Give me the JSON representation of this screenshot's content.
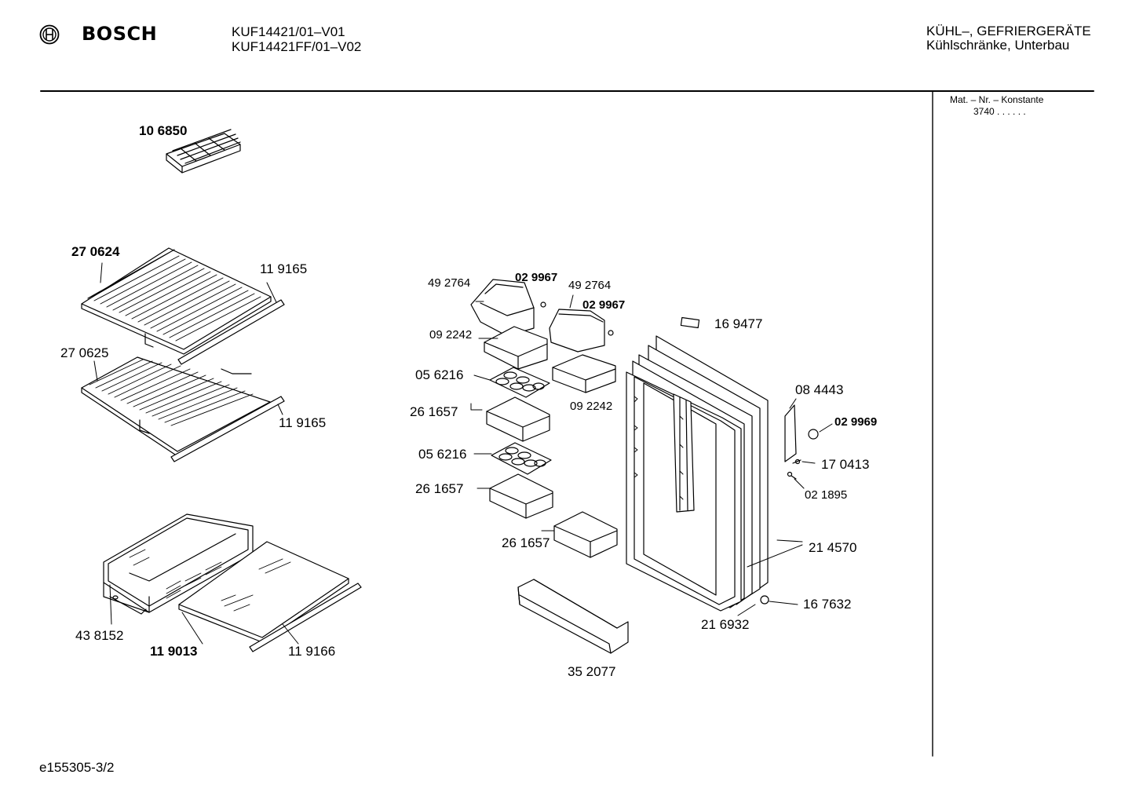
{
  "header": {
    "brand": "BOSCH",
    "models": [
      "KUF14421/01–V01",
      "KUF14421FF/01–V02"
    ],
    "category_line1": "KÜHL–, GEFRIERGERÄTE",
    "category_line2": "Kühlschränke, Unterbau",
    "brand_icon": "bosch-armature-logo-icon"
  },
  "sidebar": {
    "mat_label": "Mat. – Nr. – Konstante",
    "mat_value": "3740 . . . . . ."
  },
  "parts": [
    "10 6850",
    "27 0624",
    "11 9165",
    "27 0625",
    "11 9165",
    "43 8152",
    "11 9013",
    "11 9166",
    "49 2764",
    "02 9967",
    "49 2764",
    "02 9967",
    "09 2242",
    "05 6216",
    "09 2242",
    "26 1657",
    "05 6216",
    "26 1657",
    "26 1657",
    "35 2077",
    "16 9477",
    "08 4443",
    "02 9969",
    "17 0413",
    "02 1895",
    "21 4570",
    "16 7632",
    "21 6932"
  ],
  "footer": {
    "code": "e155305-3/2"
  }
}
